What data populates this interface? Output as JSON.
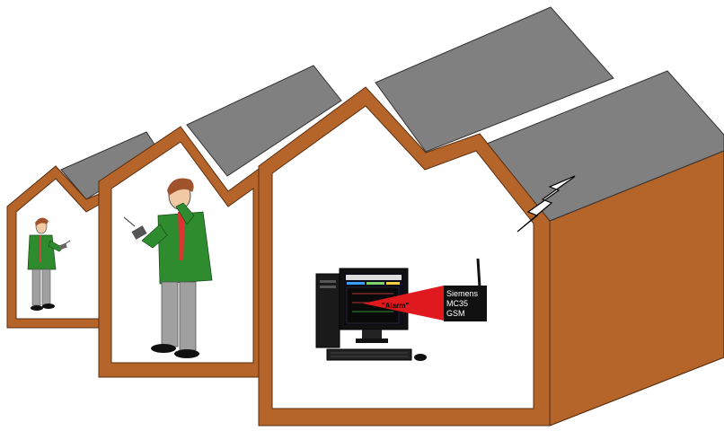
{
  "alarm_beam": {
    "label": "\"Alarm\""
  },
  "gsm_modem": {
    "line1": "Siemens",
    "line2": "MC35",
    "line3": "GSM"
  },
  "colors": {
    "wall": "#B5652A",
    "roof": "#808080",
    "jacket": "#2E8B2E",
    "trousers": "#A0A0A0",
    "hair": "#A0522D",
    "beam": "#E0191E",
    "modem": "#111111"
  },
  "icons": [
    "lightning-bolt-icon",
    "antenna-icon"
  ]
}
